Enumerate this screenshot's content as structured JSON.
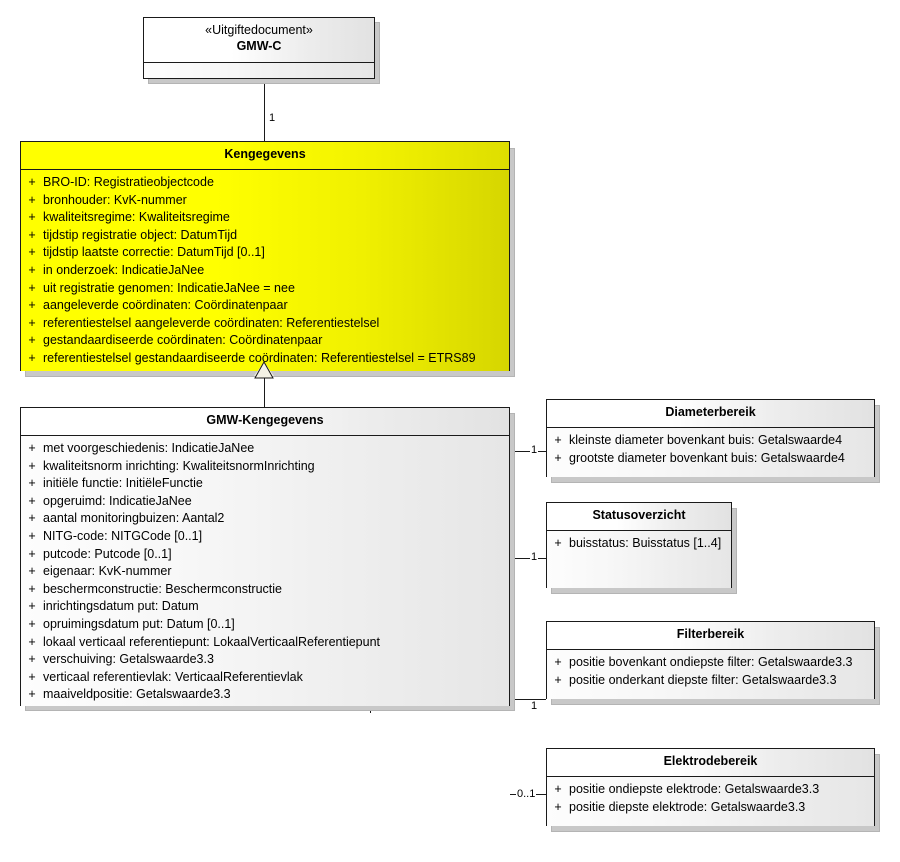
{
  "diagram": {
    "title": "GMW-C UML class diagram",
    "background_color": "#ffffff",
    "highlight_color": "#ffff00",
    "line_color": "#1a1a1a"
  },
  "classes": {
    "gmw_c": {
      "stereotype": "«Uitgiftedocument»",
      "name": "GMW-C",
      "attributes": []
    },
    "kengegevens": {
      "name": "Kengegevens",
      "attributes": [
        {
          "visibility": "+",
          "text": "BRO-ID: Registratieobjectcode"
        },
        {
          "visibility": "+",
          "text": "bronhouder: KvK-nummer"
        },
        {
          "visibility": "+",
          "text": "kwaliteitsregime: Kwaliteitsregime"
        },
        {
          "visibility": "+",
          "text": "tijdstip registratie object: DatumTijd"
        },
        {
          "visibility": "+",
          "text": "tijdstip laatste correctie: DatumTijd [0..1]"
        },
        {
          "visibility": "+",
          "text": "in onderzoek: IndicatieJaNee"
        },
        {
          "visibility": "+",
          "text": "uit registratie genomen: IndicatieJaNee = nee"
        },
        {
          "visibility": "+",
          "text": "aangeleverde coördinaten: Coördinatenpaar"
        },
        {
          "visibility": "+",
          "text": "referentiestelsel aangeleverde coördinaten: Referentiestelsel"
        },
        {
          "visibility": "+",
          "text": "gestandaardiseerde coördinaten: Coördinatenpaar"
        },
        {
          "visibility": "+",
          "text": "referentiestelsel gestandaardiseerde coördinaten: Referentiestelsel = ETRS89"
        }
      ]
    },
    "gmw_kengegevens": {
      "name": "GMW-Kengegevens",
      "attributes": [
        {
          "visibility": "+",
          "text": "met voorgeschiedenis: IndicatieJaNee"
        },
        {
          "visibility": "+",
          "text": "kwaliteitsnorm inrichting: KwaliteitsnormInrichting"
        },
        {
          "visibility": "+",
          "text": "initiële functie: InitiëleFunctie"
        },
        {
          "visibility": "+",
          "text": "opgeruimd: IndicatieJaNee"
        },
        {
          "visibility": "+",
          "text": "aantal monitoringbuizen: Aantal2"
        },
        {
          "visibility": "+",
          "text": "NITG-code: NITGCode [0..1]"
        },
        {
          "visibility": "+",
          "text": "putcode: Putcode [0..1]"
        },
        {
          "visibility": "+",
          "text": "eigenaar: KvK-nummer"
        },
        {
          "visibility": "+",
          "text": "beschermconstructie: Beschermconstructie"
        },
        {
          "visibility": "+",
          "text": "inrichtingsdatum put: Datum"
        },
        {
          "visibility": "+",
          "text": "opruimingsdatum put: Datum [0..1]"
        },
        {
          "visibility": "+",
          "text": "lokaal verticaal referentiepunt: LokaalVerticaalReferentiepunt"
        },
        {
          "visibility": "+",
          "text": "verschuiving: Getalswaarde3.3"
        },
        {
          "visibility": "+",
          "text": "verticaal referentievlak: VerticaalReferentievlak"
        },
        {
          "visibility": "+",
          "text": "maaiveldpositie: Getalswaarde3.3"
        }
      ]
    },
    "diameterbereik": {
      "name": "Diameterbereik",
      "attributes": [
        {
          "visibility": "+",
          "text": "kleinste diameter bovenkant buis: Getalswaarde4"
        },
        {
          "visibility": "+",
          "text": "grootste diameter bovenkant buis: Getalswaarde4"
        }
      ]
    },
    "statusoverzicht": {
      "name": "Statusoverzicht",
      "attributes": [
        {
          "visibility": "+",
          "text": "buisstatus: Buisstatus [1..4]"
        }
      ]
    },
    "filterbereik": {
      "name": "Filterbereik",
      "attributes": [
        {
          "visibility": "+",
          "text": "positie bovenkant ondiepste filter: Getalswaarde3.3"
        },
        {
          "visibility": "+",
          "text": "positie onderkant diepste filter: Getalswaarde3.3"
        }
      ]
    },
    "elektrodebereik": {
      "name": "Elektrodebereik",
      "attributes": [
        {
          "visibility": "+",
          "text": "positie ondiepste elektrode: Getalswaarde3.3"
        },
        {
          "visibility": "+",
          "text": "positie diepste elektrode: Getalswaarde3.3"
        }
      ]
    }
  },
  "multiplicities": {
    "gmwc_to_kengegevens": "1",
    "to_diameterbereik": "1",
    "to_statusoverzicht": "1",
    "to_filterbereik": "1",
    "to_elektrodebereik": "0..1"
  }
}
